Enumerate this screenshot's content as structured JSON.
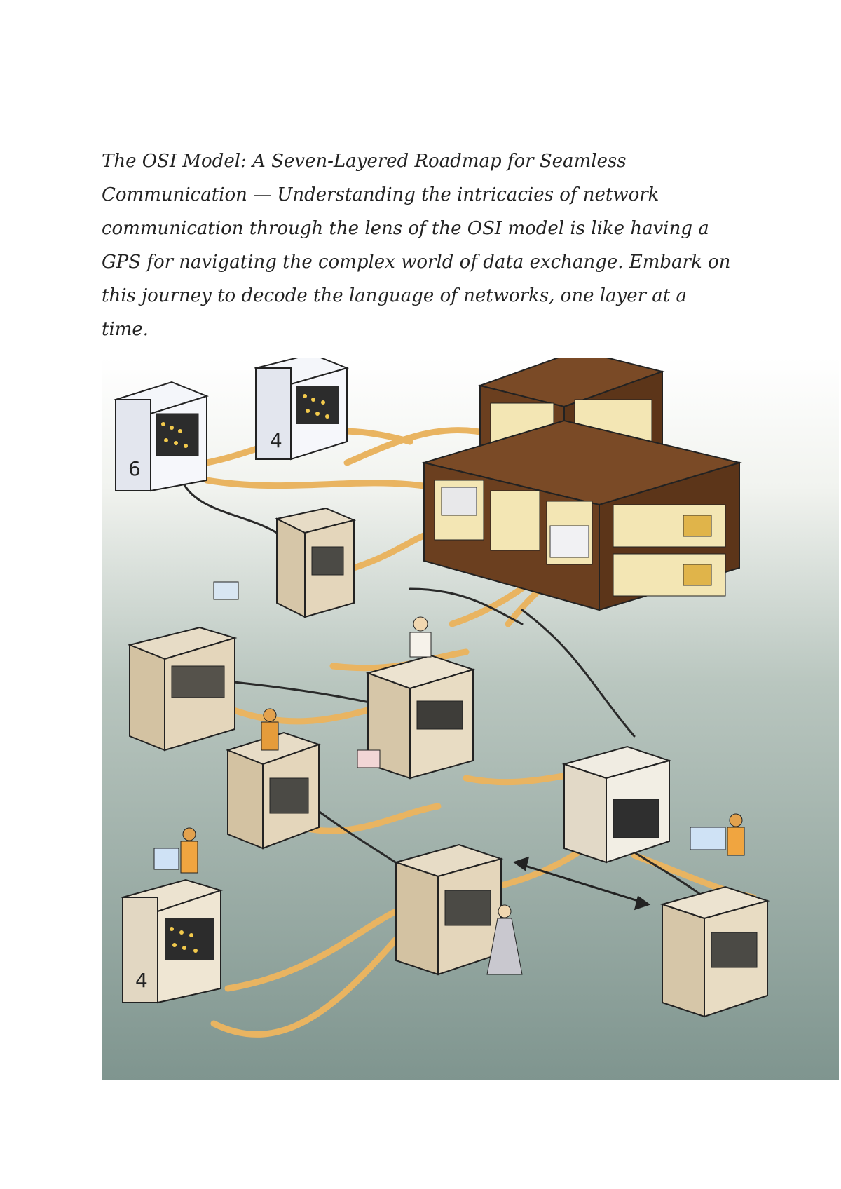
{
  "caption": "The OSI Model: A Seven-Layered Roadmap for Seamless Communication — Understanding the intricacies of network communication through the lens of the OSI model is like having a GPS for navigating the complex world of data exchange. Embark on this journey to decode the language of networks, one layer at a time.",
  "illustration": {
    "labels": {
      "server_top_left": "6",
      "server_top_middle": "4",
      "server_bottom_left": "4"
    }
  }
}
